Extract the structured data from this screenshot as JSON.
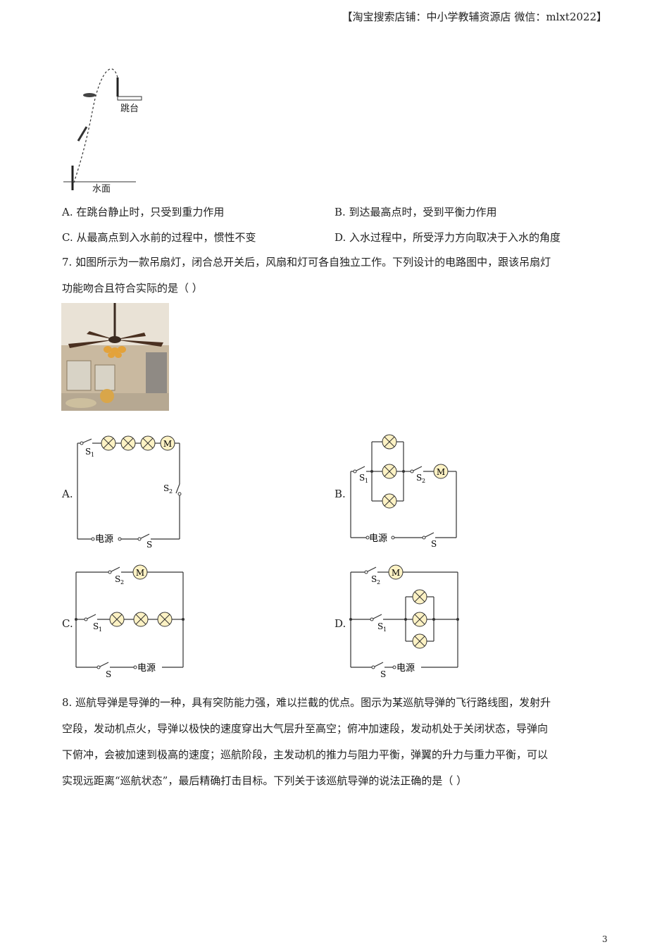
{
  "header": {
    "text": "【淘宝搜索店铺：中小学教辅资源店  微信：mlxt2022】"
  },
  "diving_figure": {
    "platform_label": "跳台",
    "water_label": "水面"
  },
  "q6": {
    "options": {
      "A": "A. 在跳台静止时，只受到重力作用",
      "B": "B. 到达最高点时，受到平衡力作用",
      "C": "C. 从最高点到入水前的过程中，惯性不变",
      "D": "D. 入水过程中，所受浮力方向取决于入水的角度"
    }
  },
  "q7": {
    "line1": "7. 如图所示为一款吊扇灯，闭合总开关后，风扇和灯可各自独立工作。下列设计的电路图中，跟该吊扇灯",
    "line2": "功能吻合且符合实际的是（    ）",
    "options": {
      "A": "A.",
      "B": "B.",
      "C": "C.",
      "D": "D."
    }
  },
  "circuit": {
    "power": "电源",
    "switch_main": "S",
    "switch_1": "S",
    "switch_2": "S",
    "sub_1": "1",
    "sub_2": "2",
    "motor": "M"
  },
  "q8": {
    "line1": "8. 巡航导弹是导弹的一种，具有突防能力强，难以拦截的优点。图示为某巡航导弹的飞行路线图，发射升",
    "line2": "空段，发动机点火，导弹以极快的速度穿出大气层升至高空；俯冲加速段，发动机处于关闭状态，导弹向",
    "line3": "下俯冲，会被加速到极高的速度；巡航阶段，主发动机的推力与阻力平衡，弹翼的升力与重力平衡，可以",
    "line4": "实现远距离“巡航状态”，最后精确打击目标。下列关于该巡航导弹的说法正确的是（    ）"
  },
  "page_number": "3",
  "colors": {
    "lamp_fill": "#fdf2c4",
    "wire": "#333333"
  }
}
